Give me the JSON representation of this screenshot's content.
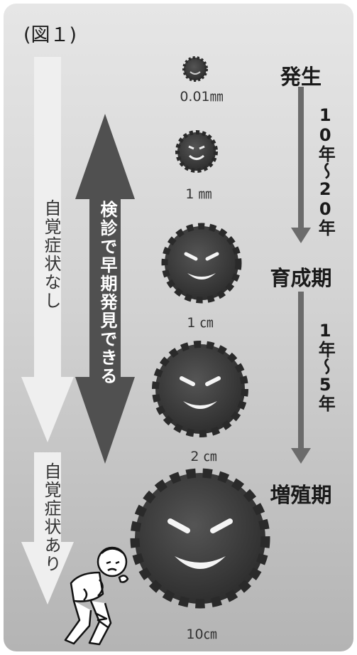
{
  "figure_label": "(図１)",
  "sizes": [
    "0.01㎜",
    "1 ㎜",
    "1 ㎝",
    "2 ㎝",
    "10㎝"
  ],
  "stages": [
    "発生",
    "育成期",
    "増殖期"
  ],
  "durations": [
    "10年〜20年",
    "1年〜5年"
  ],
  "early_detection": "検診で早期発見できる",
  "no_symptoms": "自覚症状なし",
  "with_symptoms": "自覚症状あり",
  "colors": {
    "arrow_dark": "#505050",
    "arrow_light": "#efefef",
    "tumor": "#3a3a3a",
    "time_arrow": "#6b6b6b"
  }
}
